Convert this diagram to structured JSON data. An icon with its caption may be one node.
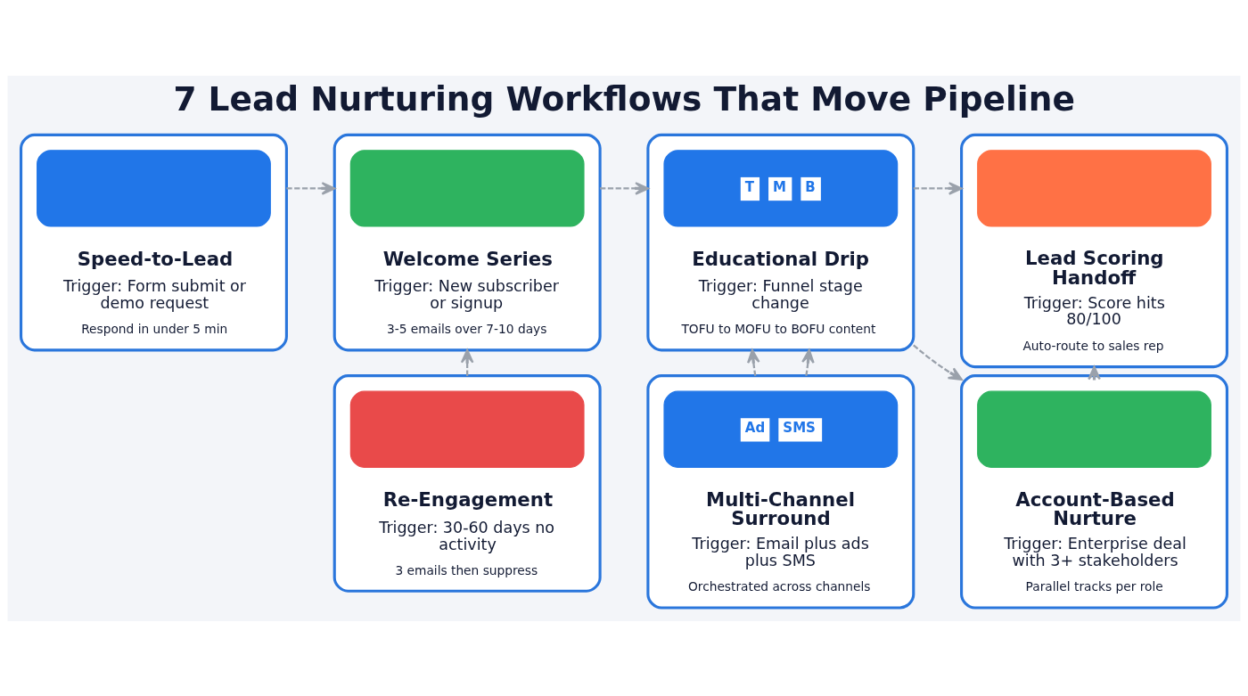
{
  "diagram": {
    "title": "7 Lead Nurturing Workflows That Move Pipeline",
    "nodes": [
      {
        "text": [
          "Speed-to-Lead",
          "Trigger: Form submit or demo request",
          "Respond in under 5 min"
        ]
      },
      {
        "text": [],
        "shape": "box",
        "in": 0
      },
      {
        "text": [
          "Welcome Series",
          "Trigger: New subscriber or signup",
          "3-5 emails over 7-10 days"
        ]
      },
      {
        "text": [],
        "shape": "box",
        "in": 2
      },
      {
        "text": [
          "Educational Drip",
          "Trigger: Funnel stage change",
          "TOFU to MOFU to BOFU content"
        ]
      },
      {
        "text": [
          "T",
          "M",
          "B"
        ],
        "in": 4
      },
      {
        "text": [
          "Lead Scoring Handoff",
          "Trigger: Score hits 80/100",
          "Auto-route to sales rep"
        ]
      },
      {
        "text": [],
        "shape": "box",
        "in": 6
      },
      {
        "text": [
          "Re-Engagement",
          "Trigger: 30-60 days no activity",
          "3 emails then suppress"
        ]
      },
      {
        "text": [],
        "shape": "box",
        "in": 8
      },
      {
        "text": [
          "Multi-Channel Surround",
          "Trigger: Email plus ads plus SMS",
          "Orchestrated across channels"
        ]
      },
      {
        "text": [
          "Ad",
          "SMS"
        ],
        "in": 10
      },
      {
        "text": [
          "Account-Based Nurture",
          "Trigger: Enterprise deal with 3+ stakeholders",
          "Parallel tracks per role"
        ]
      },
      {
        "text": [],
        "shape": "box",
        "in": 12
      }
    ],
    "edges": [
      {
        "from": 0,
        "to": 2,
        "arrow": "to",
        "style": "dashed"
      },
      {
        "from": 2,
        "to": 4,
        "arrow": "to",
        "style": "dashed"
      },
      {
        "from": 4,
        "to": 6,
        "arrow": "to",
        "style": "dashed"
      },
      {
        "from": 8,
        "to": 2,
        "arrow": "to",
        "style": "dashed"
      },
      {
        "from": 10,
        "to": 4,
        "arrow": "to",
        "style": "dashed"
      },
      {
        "from": 10,
        "to": 4,
        "arrow": "to",
        "style": "dashed"
      },
      {
        "from": 4,
        "to": 12,
        "arrow": "to",
        "style": "dashed"
      },
      {
        "from": 12,
        "to": 6,
        "arrow": "to",
        "style": "dashed"
      }
    ]
  }
}
